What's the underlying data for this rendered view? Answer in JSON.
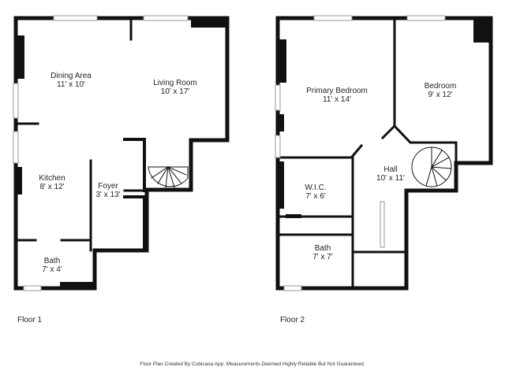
{
  "floors": [
    {
      "label": "Floor 1",
      "rooms": [
        {
          "name": "Dining Area",
          "dims": "11' x 10'"
        },
        {
          "name": "Living Room",
          "dims": "10' x 17'"
        },
        {
          "name": "Kitchen",
          "dims": "8' x 12'"
        },
        {
          "name": "Foyer",
          "dims": "3' x 13'"
        },
        {
          "name": "Bath",
          "dims": "7' x 4'"
        }
      ]
    },
    {
      "label": "Floor 2",
      "rooms": [
        {
          "name": "Primary Bedroom",
          "dims": "11' x 14'"
        },
        {
          "name": "Bedroom",
          "dims": "9' x 12'"
        },
        {
          "name": "W.I.C.",
          "dims": "7' x 6'"
        },
        {
          "name": "Hall",
          "dims": "10' x 11'"
        },
        {
          "name": "Bath",
          "dims": "7' x 7'"
        }
      ]
    }
  ],
  "footer": "Floor Plan Created By Cubicasa App. Measurements Deemed Highly Reliable But Not Guaranteed.",
  "colors": {
    "wall": "#111111",
    "window": "#c8c8c8",
    "background": "#ffffff"
  }
}
